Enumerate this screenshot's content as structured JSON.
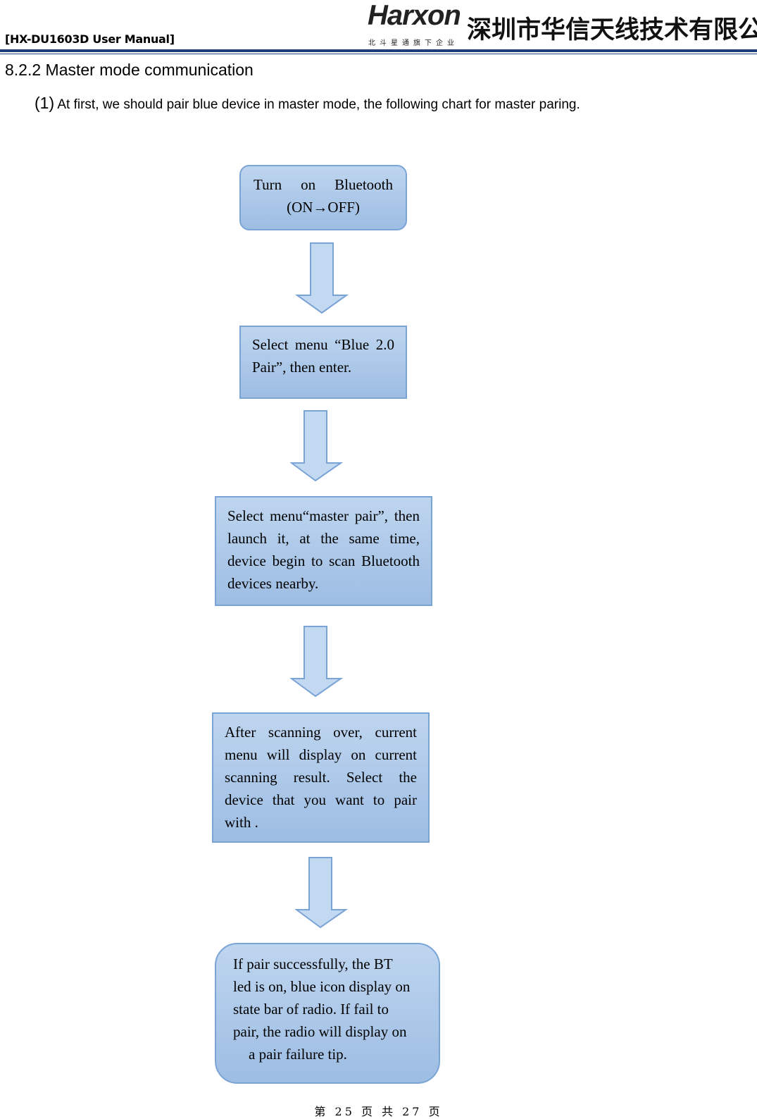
{
  "header": {
    "doc_title": "[HX-DU1603D User Manual]",
    "logo_word": "Harxon",
    "logo_sub": "北斗星通旗下企业",
    "company": "深圳市华信天线技术有限公司"
  },
  "section": {
    "title": "8.2.2 Master mode communication",
    "intro_num": "(1)",
    "intro_text": " At first, we should pair blue device in master mode, the following chart for master paring."
  },
  "flow": {
    "step1_line1": "Turn on Bluetooth",
    "step1_line2": "(ON→OFF)",
    "step2": "Select menu “Blue 2.0 Pair”, then enter.",
    "step3": "Select menu“master pair”, then launch it, at the same time, device begin to scan Bluetooth devices nearby.",
    "step4": "After scanning over, current menu will display on current scanning result. Select the device that you want to pair with .",
    "step5_line1": "If pair successfully, the BT",
    "step5_line2": "led is on, blue icon display on",
    "step5_line3": "state bar of radio. If fail to",
    "step5_line4": "pair, the radio will display on",
    "step5_line5": "a pair failure tip."
  },
  "footer": {
    "page": "第 25 页 共 27 页"
  }
}
